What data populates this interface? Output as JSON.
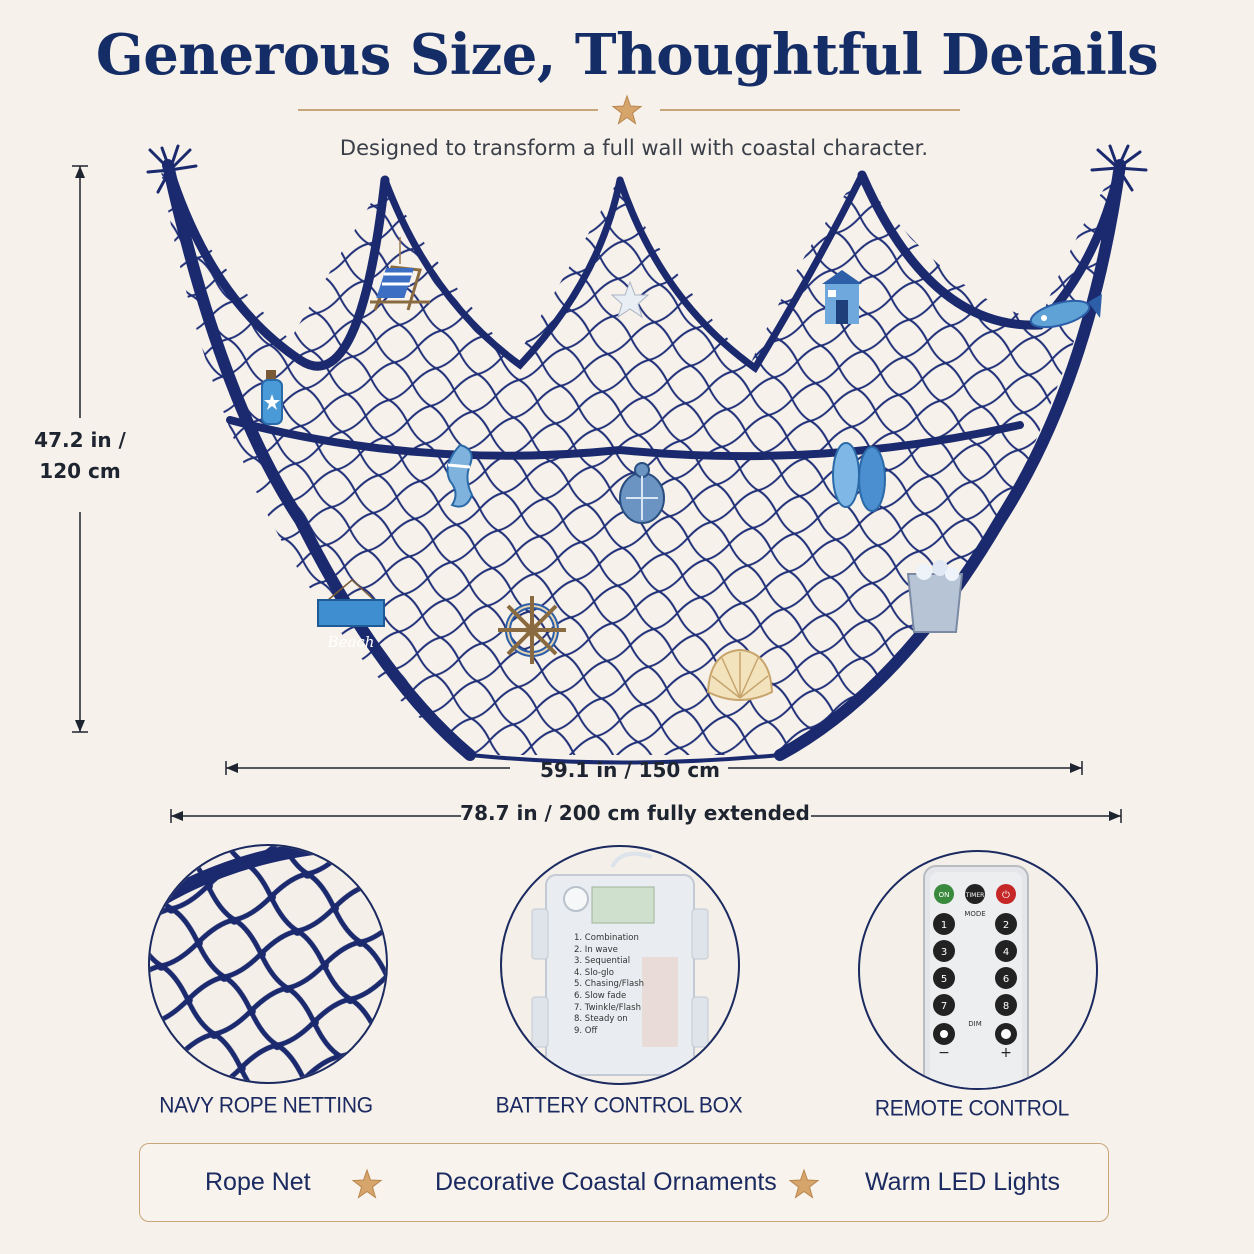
{
  "header": {
    "title": "Generous Size, Thoughtful Details",
    "subtitle": "Designed to transform a full wall with coastal character."
  },
  "dimensions": {
    "height_line1": "47.2 in /",
    "height_line2": "120 cm",
    "width": "59.1 in / 150 cm",
    "width_extended": "78.7 in / 200 cm fully extended"
  },
  "ornaments": {
    "sign_text": "Beach"
  },
  "details": [
    {
      "caption": "NAVY ROPE NETTING"
    },
    {
      "caption": "BATTERY CONTROL BOX"
    },
    {
      "caption": "REMOTE CONTROL"
    }
  ],
  "battery_box": {
    "modes": [
      "1. Combination",
      "2. In wave",
      "3. Sequential",
      "4. Slo-glo",
      "5. Chasing/Flash",
      "6. Slow fade",
      "7. Twinkle/Flash",
      "8. Steady on",
      "9. Off"
    ]
  },
  "remote": {
    "top_buttons": [
      "ON",
      "TIMER",
      "⏻"
    ],
    "mode_label": "MODE",
    "left_keys": [
      "1",
      "3",
      "5",
      "7"
    ],
    "right_keys": [
      "2",
      "4",
      "6",
      "8"
    ],
    "dim_label": "DIM",
    "minus": "−",
    "plus": "+"
  },
  "banner": {
    "items": [
      "Rope Net",
      "Decorative Coastal Ornaments",
      "Warm LED Lights"
    ]
  },
  "colors": {
    "navy": "#1b2a6e",
    "gold": "#c9a57a",
    "background": "#f6f1ea"
  }
}
